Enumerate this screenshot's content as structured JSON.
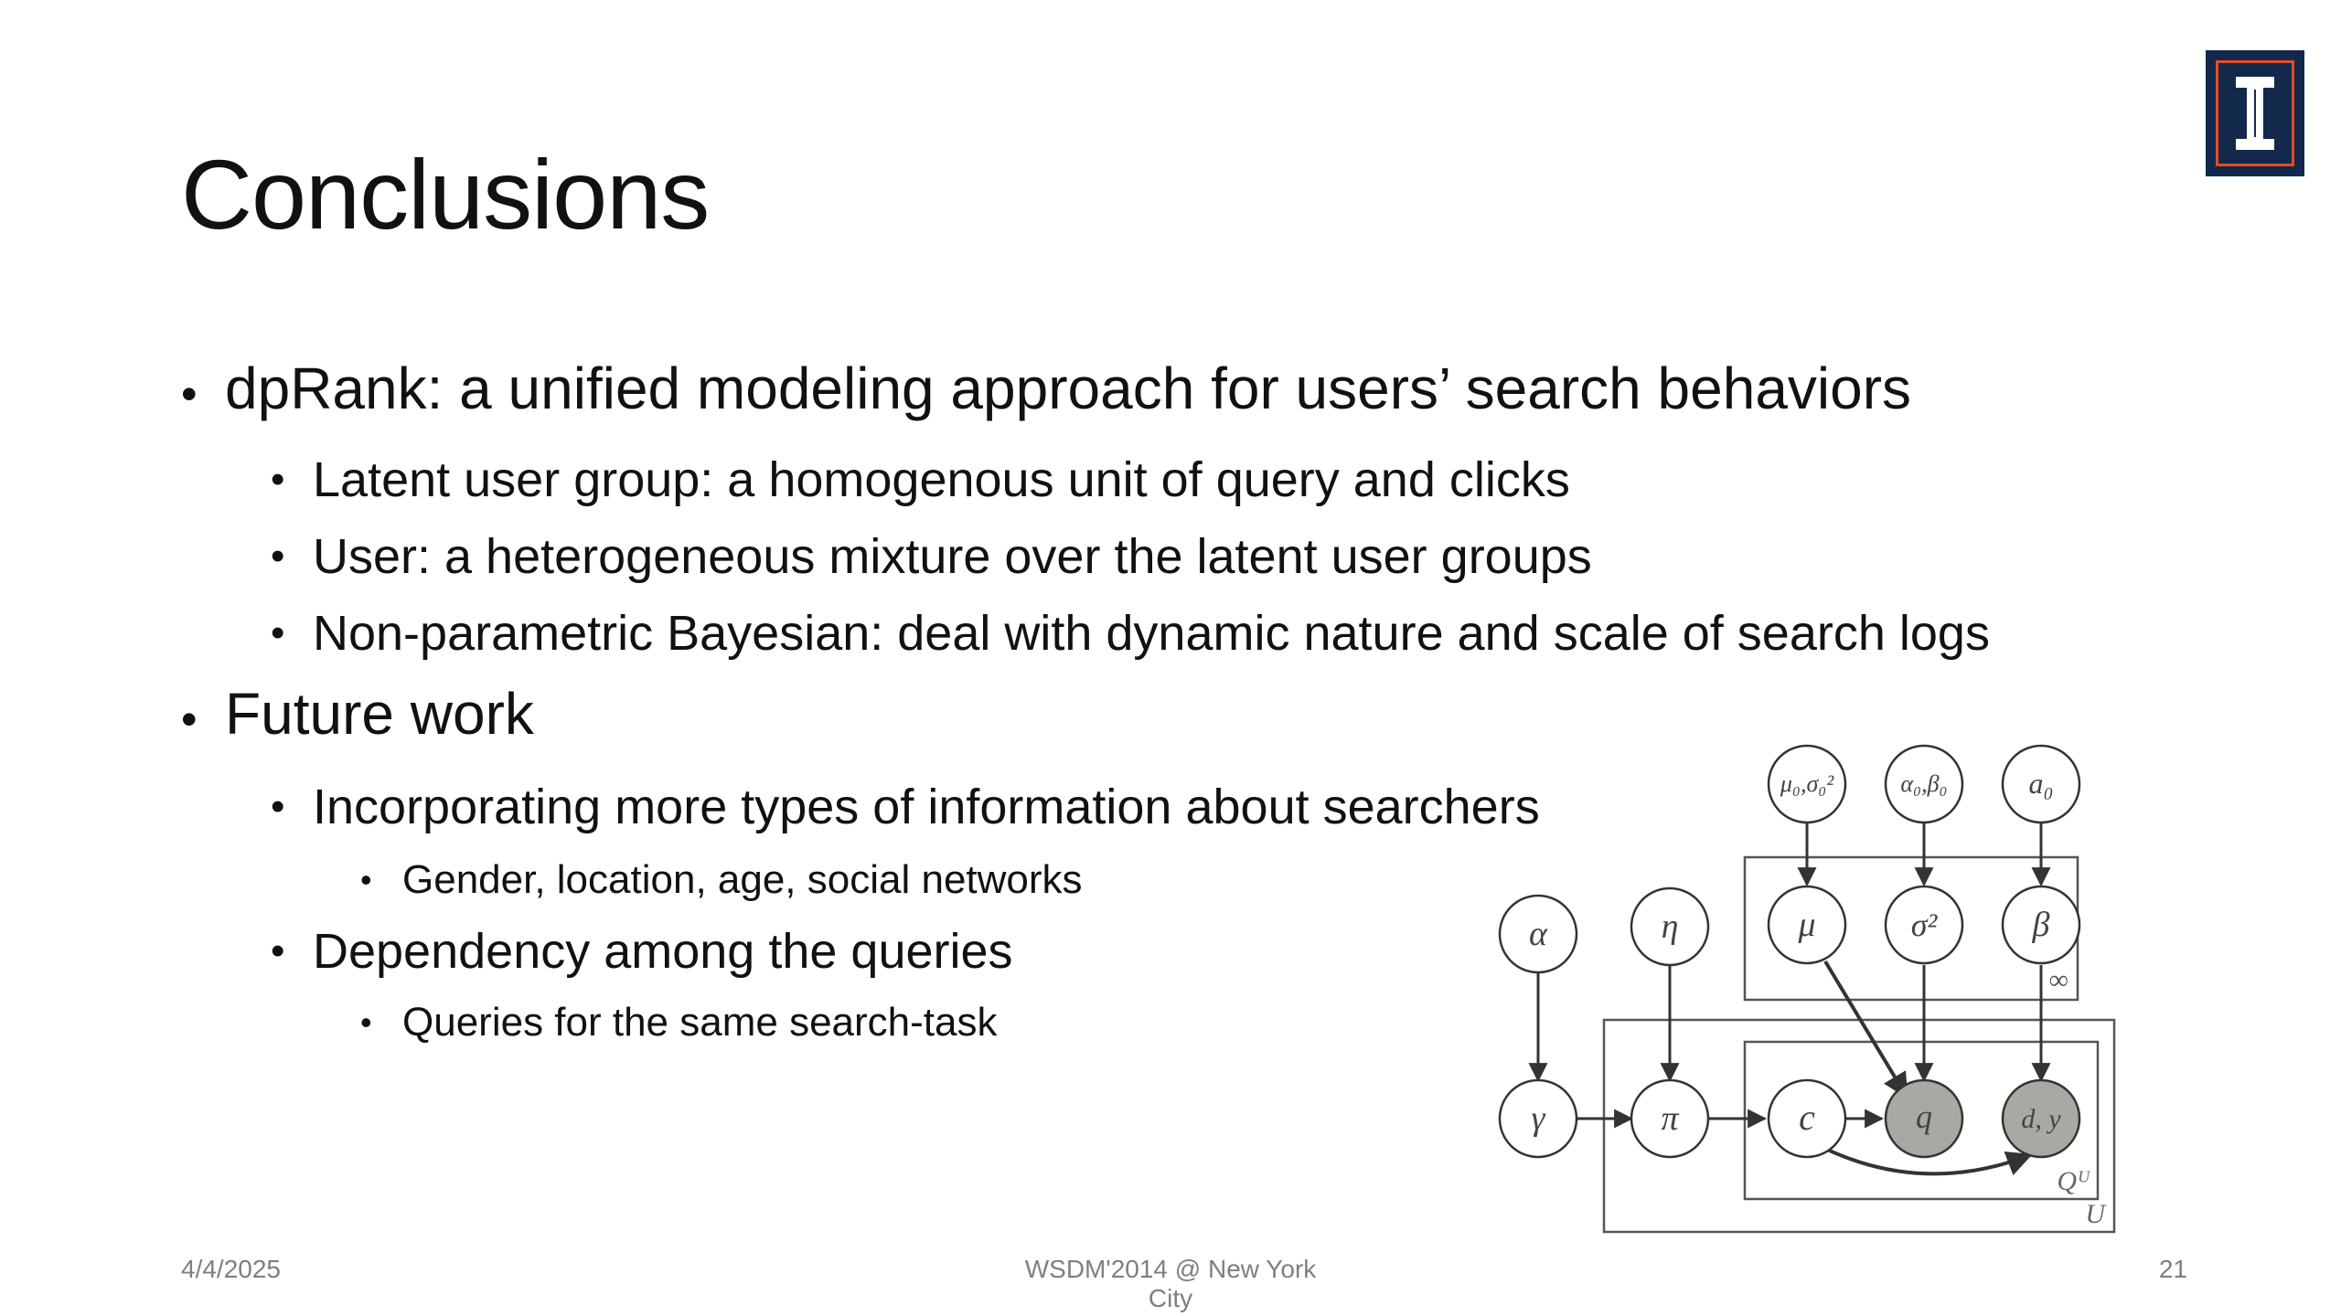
{
  "slide": {
    "title": "Conclusions",
    "bullets": [
      {
        "level": 1,
        "text": "dpRank: a unified modeling approach for users’ search behaviors"
      },
      {
        "level": 2,
        "text": "Latent user group: a homogenous unit of query and clicks"
      },
      {
        "level": 2,
        "text": "User: a heterogeneous mixture over the latent user groups"
      },
      {
        "level": 2,
        "text": "Non-parametric Bayesian: deal with dynamic nature and scale of search logs"
      },
      {
        "level": 1,
        "text": "Future work"
      },
      {
        "level": 2,
        "text": "Incorporating more types of information about searchers"
      },
      {
        "level": 3,
        "text": "Gender, location, age, social networks"
      },
      {
        "level": 2,
        "text": "Dependency among the queries"
      },
      {
        "level": 3,
        "text": "Queries for the same search-task"
      }
    ],
    "footer": {
      "date": "4/4/2025",
      "center": "WSDM'2014 @ New York City",
      "page": "21"
    }
  },
  "diagram": {
    "nodes": {
      "mu0_sigma0": "μ₀,σ₀²",
      "alpha0_beta0": "α₀,β₀",
      "a0": "a₀",
      "alpha": "α",
      "eta": "η",
      "mu": "μ",
      "sigma2": "σ²",
      "beta": "β",
      "gamma": "γ",
      "pi": "π",
      "c": "c",
      "q": "q",
      "dy": "d, y"
    },
    "plates": {
      "infinity": "∞",
      "query": "Qᵁ",
      "user": "U"
    },
    "colors": {
      "observed_fill": "#a9a8a3",
      "node_stroke": "#333333"
    }
  },
  "logo": {
    "colors": {
      "navy": "#13294b",
      "orange": "#e84a27"
    }
  }
}
